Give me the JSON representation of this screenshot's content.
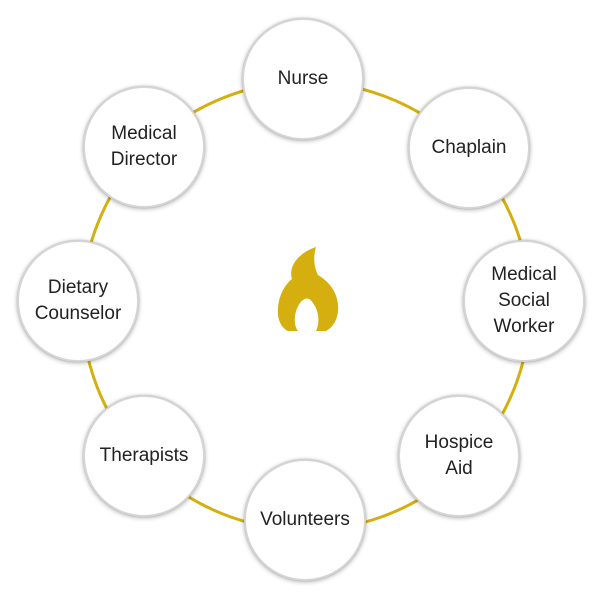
{
  "diagram": {
    "ring_color": "#d4af0f",
    "node_border_color": "#d5d5d5",
    "center_icon": "flame-icon",
    "center_icon_color": "#d4af0f",
    "nodes": [
      {
        "key": "nurse",
        "label": "Nurse"
      },
      {
        "key": "chaplain",
        "label": "Chaplain"
      },
      {
        "key": "medical-social-worker",
        "label": "Medical\nSocial\nWorker"
      },
      {
        "key": "hospice-aid",
        "label": "Hospice\nAid"
      },
      {
        "key": "volunteers",
        "label": "Volunteers"
      },
      {
        "key": "therapists",
        "label": "Therapists"
      },
      {
        "key": "dietary-counselor",
        "label": "Dietary\nCounselor"
      },
      {
        "key": "medical-director",
        "label": "Medical\nDirector"
      }
    ]
  }
}
